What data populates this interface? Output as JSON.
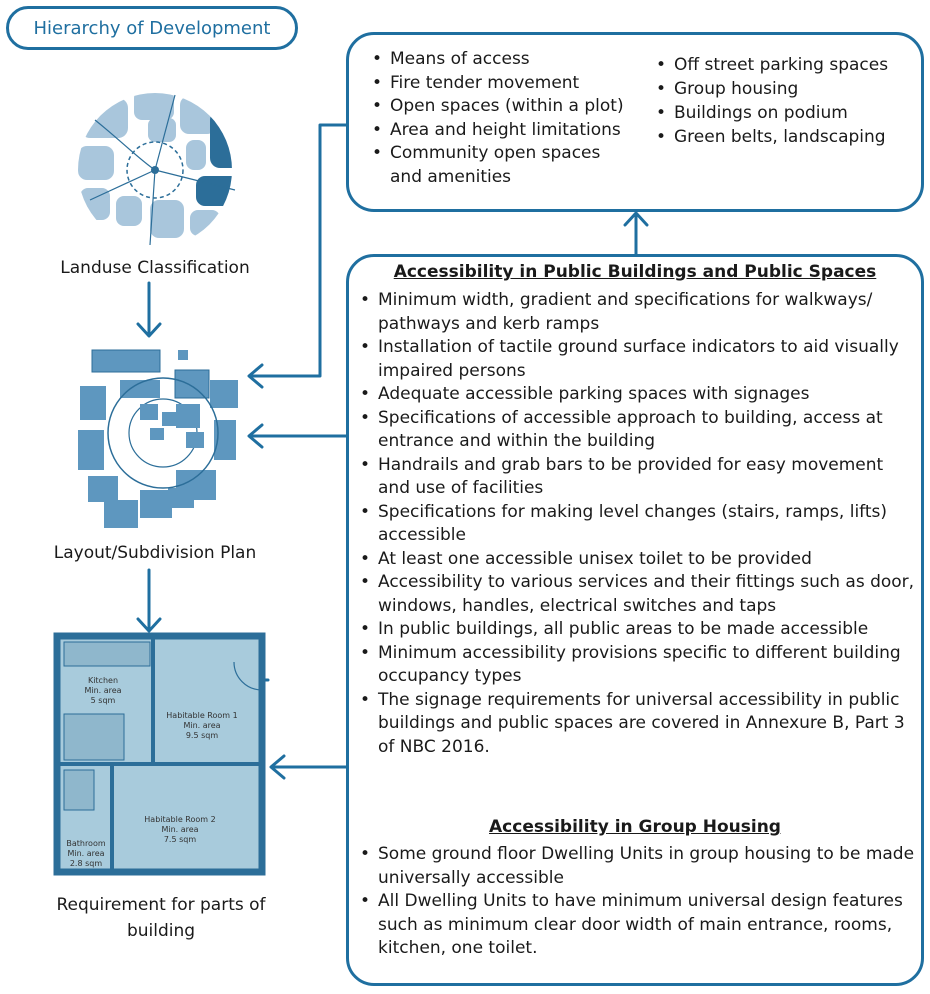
{
  "hierarchy_title": "Hierarchy of Development",
  "captions": {
    "landuse": "Landuse Classification",
    "layout": "Layout/Subdivision Plan",
    "requirement": "Requirement for parts of building"
  },
  "top_box": {
    "col1": [
      "Means of access",
      "Fire tender movement",
      "Open spaces (within a plot)",
      "Area and height limitations",
      "Community open spaces and amenities"
    ],
    "col2": [
      "Off street parking spaces",
      "Group housing",
      "Buildings on podium",
      "Green belts, landscaping"
    ]
  },
  "public_section": {
    "heading": "Accessibility in Public Buildings and Public Spaces",
    "items": [
      "Minimum width, gradient and specifications for walkways/ pathways and kerb ramps",
      "Installation of tactile ground surface indicators to aid visually impaired persons",
      "Adequate accessible parking spaces with signages",
      "Specifications of accessible approach to building, access at entrance and within the building",
      "Handrails and grab bars to be provided for easy movement and use of facilities",
      "Specifications for making level changes (stairs, ramps, lifts) accessible",
      "At least one accessible unisex toilet to be provided",
      "Accessibility to various services and their fittings such as door, windows, handles, electrical switches and taps",
      "In public buildings, all public areas to be made accessible",
      "Minimum accessibility provisions specific to different building occupancy types",
      "The signage requirements for universal accessibility in public buildings and public spaces are covered in Annexure B, Part 3 of NBC 2016."
    ]
  },
  "group_section": {
    "heading": "Accessibility in Group Housing",
    "items": [
      "Some ground floor Dwelling Units in group housing to be made universally accessible",
      "All Dwelling Units to have minimum universal design features such as minimum clear door width of main entrance, rooms, kitchen, one toilet."
    ]
  },
  "floor_plan": {
    "kitchen": [
      "Kitchen",
      "Min. area",
      "5 sqm"
    ],
    "habitable1": [
      "Habitable Room 1",
      "Min. area",
      "9.5 sqm"
    ],
    "habitable2": [
      "Habitable Room 2",
      "Min. area",
      "7.5 sqm"
    ],
    "bathroom": [
      "Bathroom",
      "Min. area",
      "2.8 sqm"
    ]
  },
  "colors": {
    "accent": "#1f6fa0",
    "dark_block": "#2c6e99",
    "mid_block": "#5e97bf",
    "light_block": "#a9c6dc",
    "room_fill": "#a8cbdc"
  }
}
